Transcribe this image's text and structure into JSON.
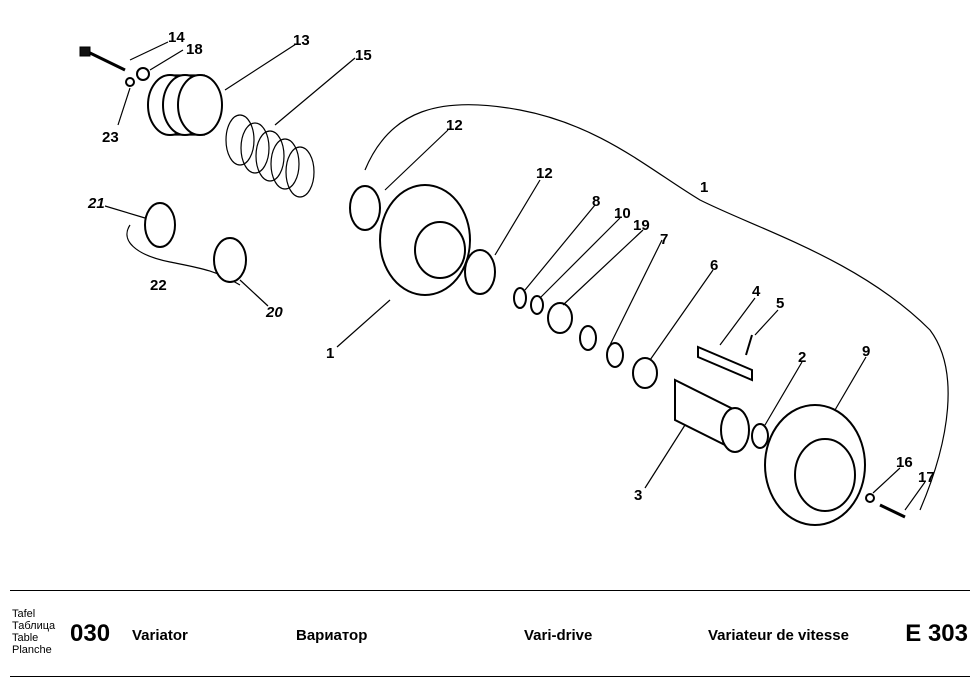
{
  "callouts": [
    "14",
    "18",
    "13",
    "15",
    "12",
    "12",
    "23",
    "21",
    "22",
    "20",
    "1",
    "8",
    "10",
    "19",
    "7",
    "6",
    "4",
    "5",
    "2",
    "9",
    "3",
    "16",
    "17",
    "1"
  ],
  "footer": {
    "labels": [
      "Tafel",
      "Таблица",
      "Table",
      "Planche"
    ],
    "plate_number": "030",
    "title_de": "Variator",
    "title_ru": "Вариатор",
    "title_en": "Vari-drive",
    "title_fr": "Variateur de vitesse",
    "code": "E 303"
  }
}
